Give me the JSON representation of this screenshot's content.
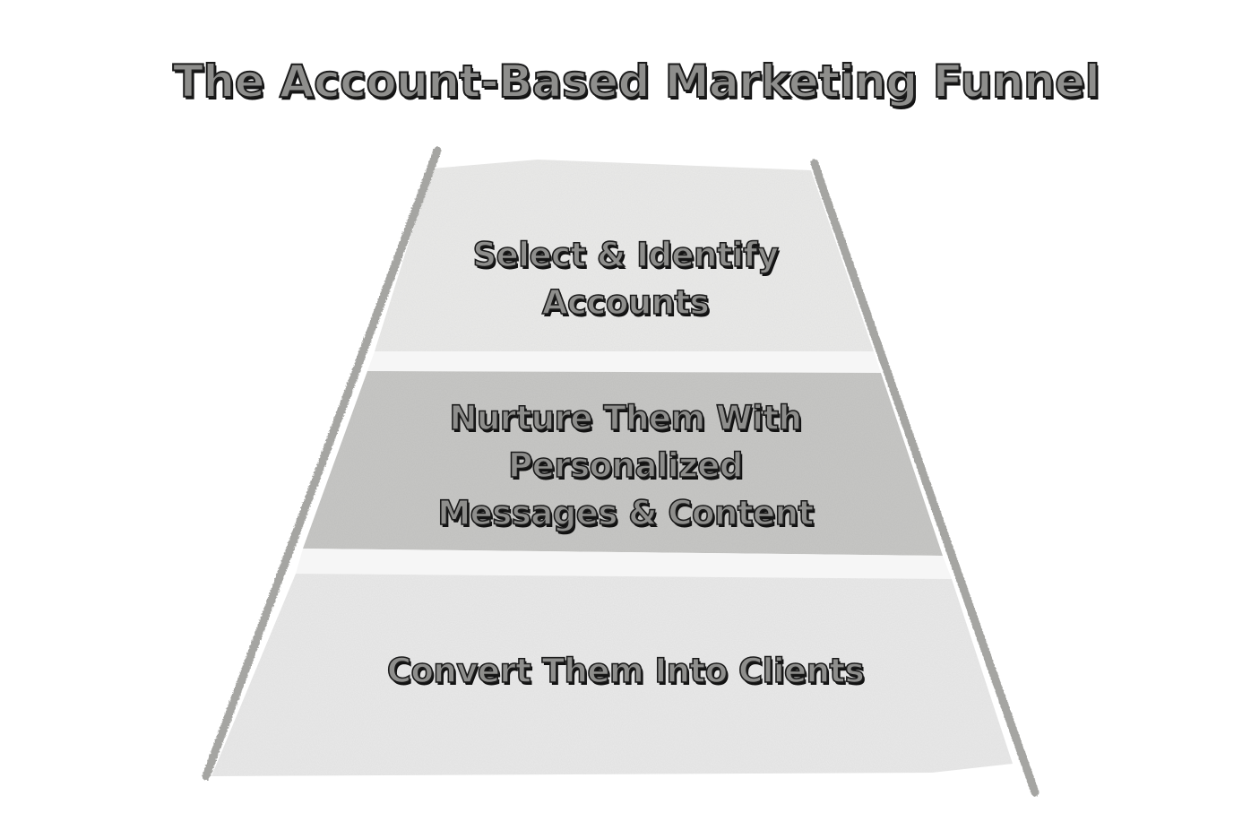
{
  "diagram": {
    "type": "funnel",
    "title": "The Account-Based Marketing Funnel",
    "tiers": [
      {
        "order": 1,
        "lines": [
          "Select & Identify",
          "Accounts"
        ],
        "label": "Select & Identify Accounts",
        "fill": "#ebebea"
      },
      {
        "order": 2,
        "lines": [
          "Nurture Them With",
          "Personalized",
          "Messages & Content"
        ],
        "label": "Nurture Them With Personalized Messages & Content",
        "fill": "#c8c8c6"
      },
      {
        "order": 3,
        "lines": [
          "Convert Them Into Clients"
        ],
        "label": "Convert Them Into Clients",
        "fill": "#eaeaea"
      }
    ],
    "colors": {
      "background": "#ffffff",
      "border_stroke": "#a5a5a2",
      "gap_fill": "#f6f6f6",
      "text_fill": "#8e8e8c",
      "text_outline": "#1b1b1b"
    }
  }
}
